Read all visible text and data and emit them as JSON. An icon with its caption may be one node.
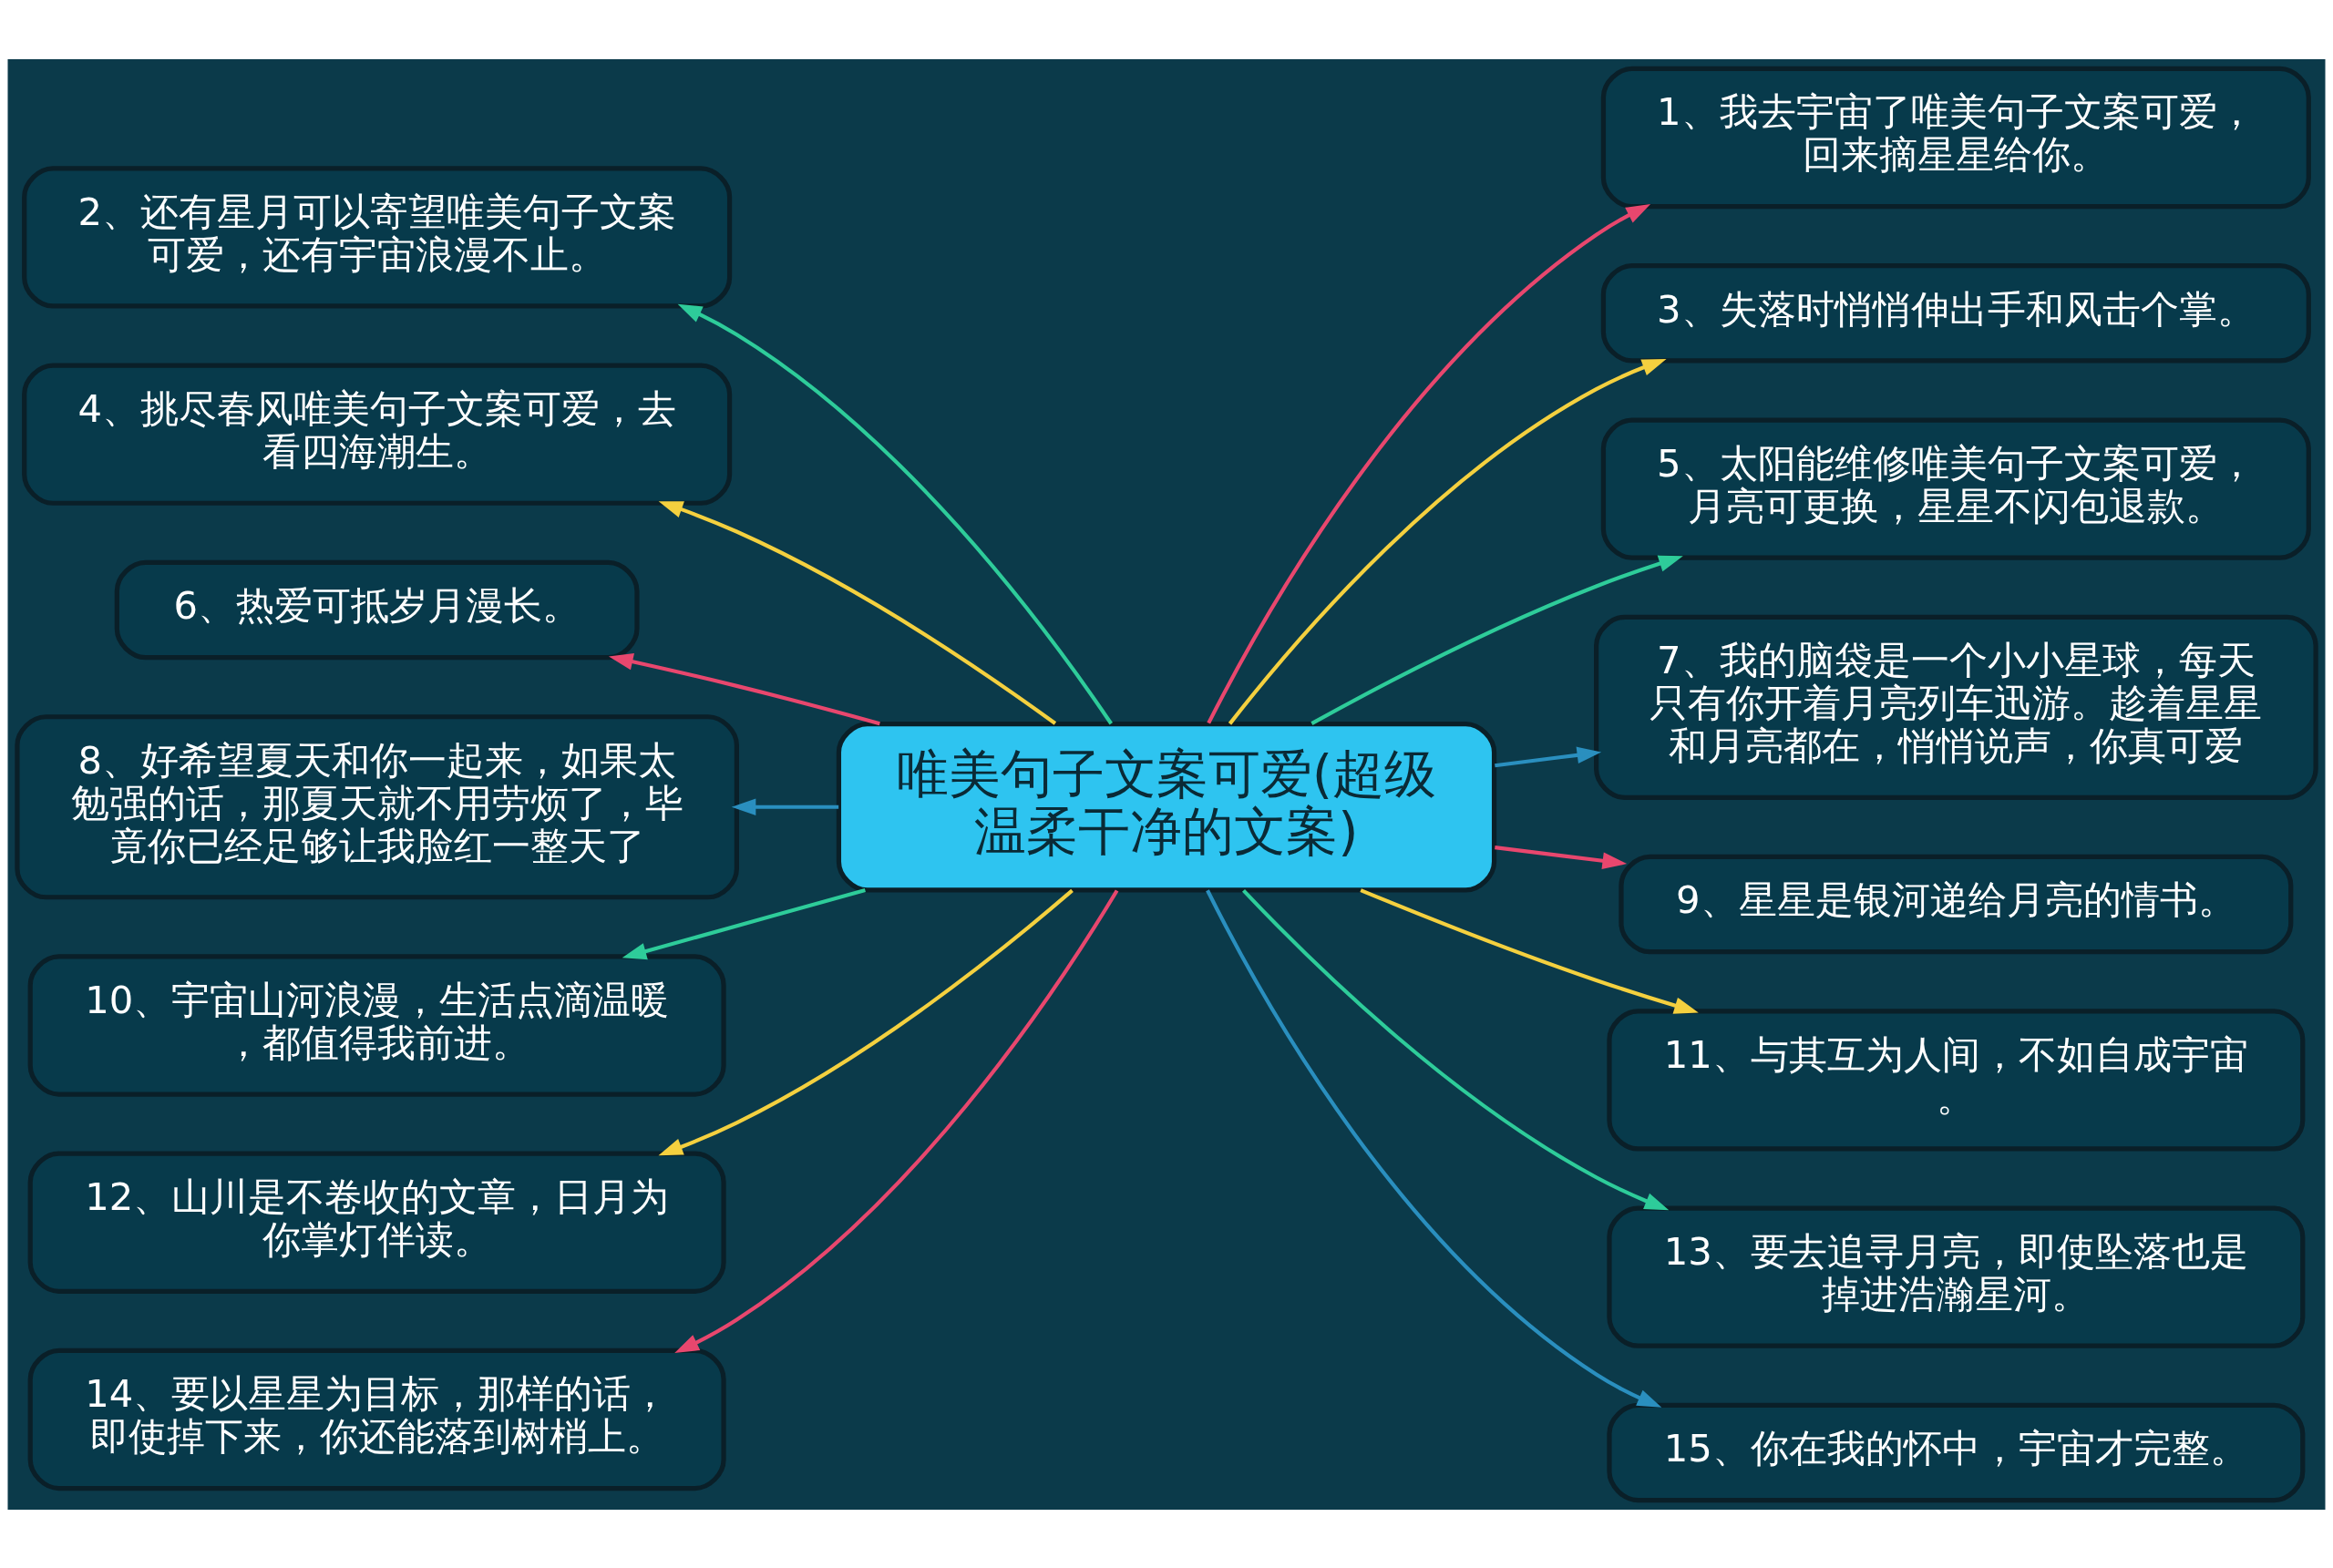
{
  "diagram": {
    "nodes": [
      {
        "text": [
          "唯美句子文案可爱(超级温柔干净的文案)"
        ]
      },
      {
        "text": [
          "1、我去宇宙了唯美句子文案可爱，回来摘星星给你。"
        ]
      },
      {
        "text": [
          "2、还有星月可以寄望唯美句子文案可爱，还有宇宙浪漫不止。"
        ]
      },
      {
        "text": [
          "3、失落时悄悄伸出手和风击个掌。"
        ]
      },
      {
        "text": [
          "4、挑尽春风唯美句子文案可爱，去看四海潮生。"
        ]
      },
      {
        "text": [
          "5、太阳能维修唯美句子文案可爱，月亮可更换，星星不闪包退款。"
        ]
      },
      {
        "text": [
          "6、热爱可抵岁月漫长。"
        ]
      },
      {
        "text": [
          "7、我的脑袋是一个小小星球，每天只有你开着月亮列车迅游。趁着星星和月亮都在，悄悄说声，你真可爱"
        ]
      },
      {
        "text": [
          "8、好希望夏天和你一起来，如果太勉强的话，那夏天就不用劳烦了，毕竟你已经足够让我脸红一整天了"
        ]
      },
      {
        "text": [
          "9、星星是银河递给月亮的情书。"
        ]
      },
      {
        "text": [
          "10、宇宙山河浪漫，生活点滴温暖，都值得我前进。"
        ]
      },
      {
        "text": [
          "11、与其互为人间，不如自成宇宙。"
        ]
      },
      {
        "text": [
          "12、山川是不卷收的文章，日月为你掌灯伴读。"
        ]
      },
      {
        "text": [
          "13、要去追寻月亮，即使坠落也是掉进浩瀚星河。"
        ]
      },
      {
        "text": [
          "14、要以星星为目标，那样的话，即使掉下来，你还能落到树梢上。"
        ]
      },
      {
        "text": [
          "15、你在我的怀中，宇宙才完整。"
        ]
      }
    ],
    "edges": [
      {
        "from": 0,
        "to": 1,
        "arrow": "to",
        "color": "#e8476e"
      },
      {
        "from": 0,
        "to": 2,
        "arrow": "to",
        "color": "#2ecc9a"
      },
      {
        "from": 0,
        "to": 3,
        "arrow": "to",
        "color": "#f4d03f"
      },
      {
        "from": 0,
        "to": 4,
        "arrow": "to",
        "color": "#f4d03f"
      },
      {
        "from": 0,
        "to": 5,
        "arrow": "to",
        "color": "#2ecc9a"
      },
      {
        "from": 0,
        "to": 6,
        "arrow": "to",
        "color": "#e8476e"
      },
      {
        "from": 0,
        "to": 7,
        "arrow": "to",
        "color": "#2a8fbf"
      },
      {
        "from": 0,
        "to": 8,
        "arrow": "to",
        "color": "#2a8fbf"
      },
      {
        "from": 0,
        "to": 9,
        "arrow": "to",
        "color": "#e8476e"
      },
      {
        "from": 0,
        "to": 10,
        "arrow": "to",
        "color": "#2ecc9a"
      },
      {
        "from": 0,
        "to": 11,
        "arrow": "to",
        "color": "#f4d03f"
      },
      {
        "from": 0,
        "to": 12,
        "arrow": "to",
        "color": "#f4d03f"
      },
      {
        "from": 0,
        "to": 13,
        "arrow": "to",
        "color": "#2ecc9a"
      },
      {
        "from": 0,
        "to": 14,
        "arrow": "to",
        "color": "#e8476e"
      },
      {
        "from": 0,
        "to": 15,
        "arrow": "to",
        "color": "#2a8fbf"
      }
    ]
  }
}
